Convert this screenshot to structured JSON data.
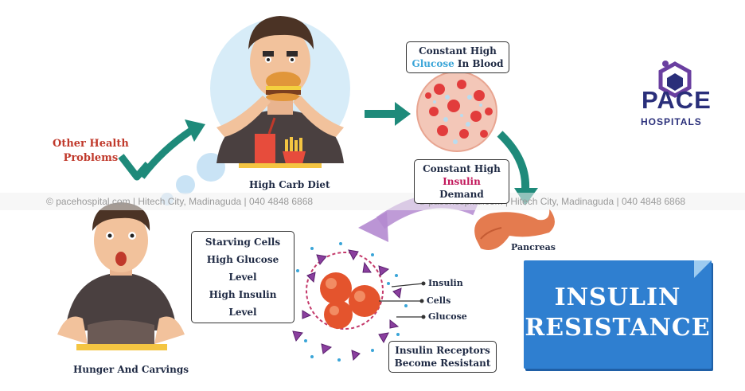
{
  "labels": {
    "other_health_1": "Other Health",
    "other_health_2": "Problems",
    "high_carb_diet": "High Carb Diet",
    "constant_high_glucose_line1": "Constant High",
    "glucose_word": "Glucose",
    "in_blood": " In Blood",
    "constant_high_insulin_line1": "Constant High",
    "insulin_word": "Insulin",
    "demand": " Demand",
    "pancreas": "Pancreas",
    "starving_cells": "Starving Cells",
    "high_glucose_level": "High Glucose Level",
    "high_insulin_level": "High Insulin Level",
    "legend_insulin": "Insulin",
    "legend_cells": "Cells",
    "legend_glucose": "Glucose",
    "receptors_line1": "Insulin Receptors",
    "receptors_line2": "Become Resistant",
    "hunger": "Hunger And Carvings",
    "banner_line1": "INSULIN",
    "banner_line2": "RESISTANCE"
  },
  "watermark": {
    "left": "pacehospital.com | Hitech City, Madinaguda | 040 4848 6868",
    "right": "pacehospital.com | Hitech City, Madinaguda | 040 4848 6868"
  },
  "logo": {
    "name": "PACE",
    "sub": "HOSPITALS"
  },
  "colors": {
    "arrow_teal": "#1e8a7a",
    "arrow_purple": "#b48ad0",
    "banner_blue": "#2f7fd0",
    "red_label": "#c0392b",
    "glucose_blue": "#3aa5d8",
    "insulin_magenta": "#c2185b",
    "logo_navy": "#2a2f7a"
  }
}
